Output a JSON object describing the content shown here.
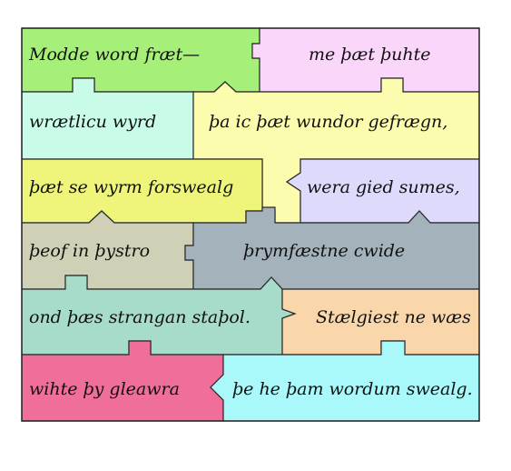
{
  "pieces": [
    {
      "id": "p1",
      "text": "Modde word fræt—",
      "color": "#a6ef78"
    },
    {
      "id": "p2",
      "text": "me þæt þuhte",
      "color": "#fad6fb"
    },
    {
      "id": "p3",
      "text": "wrætlicu wyrd",
      "color": "#c9fbe9"
    },
    {
      "id": "p4",
      "text": "þa ic þæt wundor gefrægn,",
      "color": "#fcfcaf"
    },
    {
      "id": "p5",
      "text": "þæt se wyrm forswealg",
      "color": "#eef57a"
    },
    {
      "id": "p6",
      "text": "wera gied sumes,",
      "color": "#dedafb"
    },
    {
      "id": "p7",
      "text": "þeof in þystro",
      "color": "#d0d0b7"
    },
    {
      "id": "p8",
      "text": "þrymfæstne cwide",
      "color": "#a4b2bb"
    },
    {
      "id": "p9",
      "text": "ond þæs strangan staþol.",
      "color": "#a7dccb"
    },
    {
      "id": "p10",
      "text": "Stælgiest ne wæs",
      "color": "#fad7aa"
    },
    {
      "id": "p11",
      "text": "wihte þy gleawra",
      "color": "#ef6f9a"
    },
    {
      "id": "p12",
      "text": "þe he þam wordum swealg.",
      "color": "#a9f9fa"
    }
  ]
}
